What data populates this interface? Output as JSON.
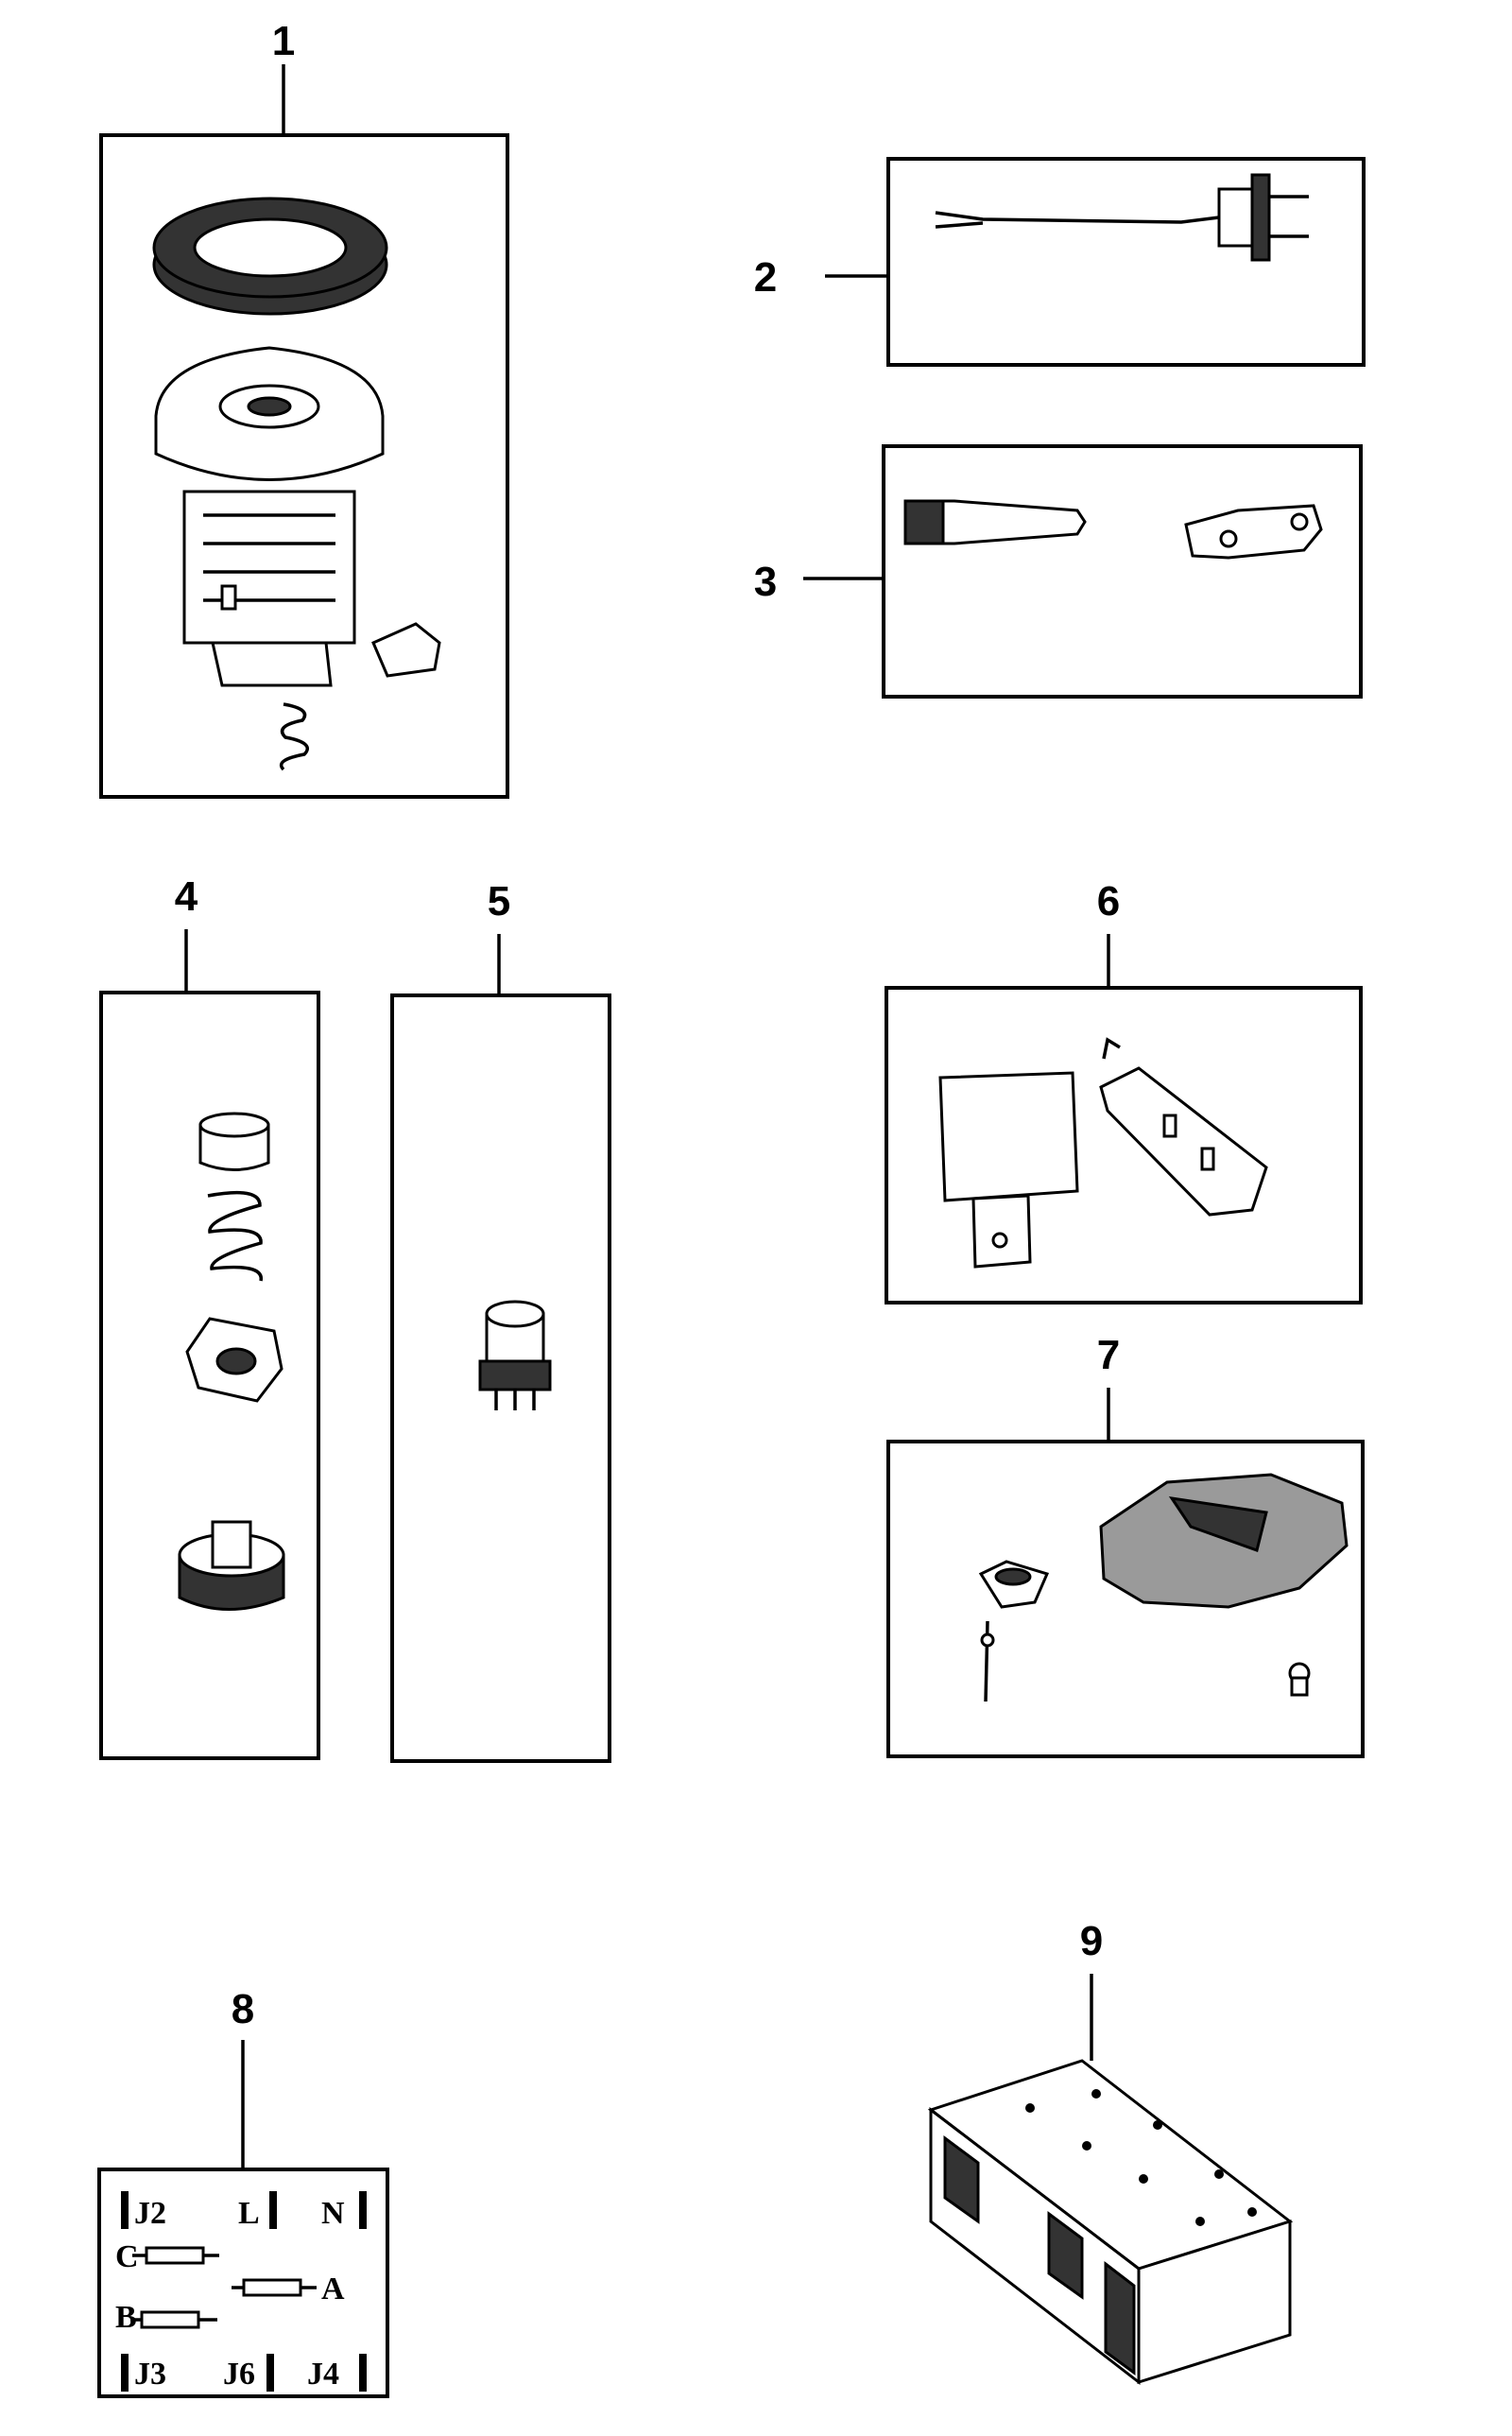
{
  "callouts": [
    {
      "id": "1",
      "label": "1"
    },
    {
      "id": "2",
      "label": "2"
    },
    {
      "id": "3",
      "label": "3"
    },
    {
      "id": "4",
      "label": "4"
    },
    {
      "id": "5",
      "label": "5"
    },
    {
      "id": "6",
      "label": "6"
    },
    {
      "id": "7",
      "label": "7"
    },
    {
      "id": "8",
      "label": "8"
    },
    {
      "id": "9",
      "label": "9"
    }
  ],
  "terminal_block": {
    "labels": [
      "J2",
      "L",
      "N",
      "C",
      "A",
      "B",
      "J3",
      "J6",
      "J4"
    ]
  },
  "colors": {
    "ink": "#000000",
    "paper": "#ffffff",
    "shade": "#333333"
  }
}
